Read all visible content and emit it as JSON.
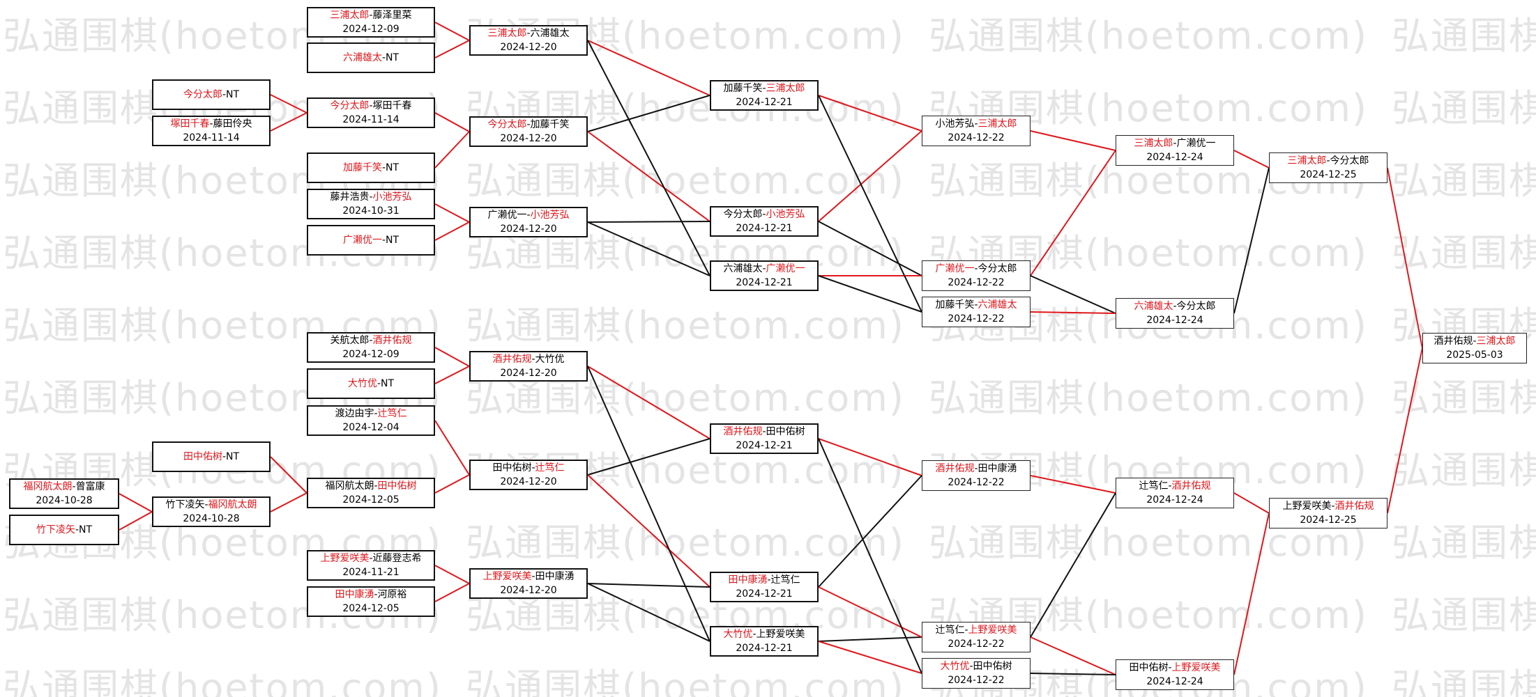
{
  "watermark": "弘通围棋(hoetom.com)",
  "colors": {
    "winner": "#e0161b",
    "line_red": "#e0161b",
    "line_black": "#111111"
  },
  "matches": [
    {
      "id": "m1",
      "p1": "三浦太郎",
      "p2": "藤泽里菜",
      "w": 1,
      "date": "2024-12-09"
    },
    {
      "id": "m2",
      "p1": "六浦雄太",
      "p2": "NT",
      "w": 1,
      "date": ""
    },
    {
      "id": "m3",
      "p1": "今分太郎",
      "p2": "NT",
      "w": 1,
      "date": ""
    },
    {
      "id": "m4",
      "p1": "塚田千春",
      "p2": "藤田伶央",
      "w": 1,
      "date": "2024-11-14"
    },
    {
      "id": "m5",
      "p1": "加藤千笑",
      "p2": "NT",
      "w": 1,
      "date": ""
    },
    {
      "id": "m6",
      "p1": "藤井浩贵",
      "p2": "小池芳弘",
      "w": 2,
      "date": "2024-10-31"
    },
    {
      "id": "m7",
      "p1": "广濑优一",
      "p2": "NT",
      "w": 1,
      "date": ""
    },
    {
      "id": "m8",
      "p1": "关航太郎",
      "p2": "酒井佑规",
      "w": 2,
      "date": "2024-12-09"
    },
    {
      "id": "m9",
      "p1": "大竹优",
      "p2": "NT",
      "w": 1,
      "date": ""
    },
    {
      "id": "m10",
      "p1": "渡边由宇",
      "p2": "辻笃仁",
      "w": 2,
      "date": "2024-12-04"
    },
    {
      "id": "m11",
      "p1": "田中佑树",
      "p2": "NT",
      "w": 1,
      "date": ""
    },
    {
      "id": "m12",
      "p1": "福冈航太朗",
      "p2": "曾富康",
      "w": 1,
      "date": "2024-10-28"
    },
    {
      "id": "m13",
      "p1": "竹下凌矢",
      "p2": "NT",
      "w": 1,
      "date": ""
    },
    {
      "id": "m14",
      "p1": "上野爱咲美",
      "p2": "近藤登志希",
      "w": 1,
      "date": "2024-11-21"
    },
    {
      "id": "m15",
      "p1": "田中康湧",
      "p2": "河原裕",
      "w": 1,
      "date": "2024-12-05"
    },
    {
      "id": "m16",
      "p1": "今分太郎",
      "p2": "塚田千春",
      "w": 1,
      "date": "2024-11-14"
    },
    {
      "id": "m17",
      "p1": "竹下凌矢",
      "p2": "福冈航太朗",
      "w": 2,
      "date": "2024-10-28"
    },
    {
      "id": "m18",
      "p1": "福冈航太朗",
      "p2": "田中佑树",
      "w": 2,
      "date": "2024-12-05"
    },
    {
      "id": "m19",
      "p1": "三浦太郎",
      "p2": "六浦雄太",
      "w": 1,
      "date": "2024-12-20"
    },
    {
      "id": "m20",
      "p1": "今分太郎",
      "p2": "加藤千笑",
      "w": 1,
      "date": "2024-12-20"
    },
    {
      "id": "m21",
      "p1": "广濑优一",
      "p2": "小池芳弘",
      "w": 2,
      "date": "2024-12-20"
    },
    {
      "id": "m22",
      "p1": "酒井佑规",
      "p2": "大竹优",
      "w": 1,
      "date": "2024-12-20"
    },
    {
      "id": "m23",
      "p1": "田中佑树",
      "p2": "辻笃仁",
      "w": 2,
      "date": "2024-12-20"
    },
    {
      "id": "m24",
      "p1": "上野爱咲美",
      "p2": "田中康湧",
      "w": 1,
      "date": "2024-12-20"
    },
    {
      "id": "m25",
      "p1": "加藤千笑",
      "p2": "三浦太郎",
      "w": 2,
      "date": "2024-12-21"
    },
    {
      "id": "m26",
      "p1": "今分太郎",
      "p2": "小池芳弘",
      "w": 2,
      "date": "2024-12-21"
    },
    {
      "id": "m27",
      "p1": "六浦雄太",
      "p2": "广濑优一",
      "w": 2,
      "date": "2024-12-21"
    },
    {
      "id": "m28",
      "p1": "酒井佑规",
      "p2": "田中佑树",
      "w": 1,
      "date": "2024-12-21"
    },
    {
      "id": "m29",
      "p1": "田中康湧",
      "p2": "辻笃仁",
      "w": 1,
      "date": "2024-12-21"
    },
    {
      "id": "m30",
      "p1": "大竹优",
      "p2": "上野爱咲美",
      "w": 1,
      "date": "2024-12-21"
    },
    {
      "id": "m31",
      "p1": "小池芳弘",
      "p2": "三浦太郎",
      "w": 2,
      "date": "2024-12-22"
    },
    {
      "id": "m32",
      "p1": "广濑优一",
      "p2": "今分太郎",
      "w": 1,
      "date": "2024-12-22"
    },
    {
      "id": "m33",
      "p1": "加藤千笑",
      "p2": "六浦雄太",
      "w": 2,
      "date": "2024-12-22"
    },
    {
      "id": "m34",
      "p1": "酒井佑规",
      "p2": "田中康湧",
      "w": 1,
      "date": "2024-12-22"
    },
    {
      "id": "m35",
      "p1": "辻笃仁",
      "p2": "上野爱咲美",
      "w": 2,
      "date": "2024-12-22"
    },
    {
      "id": "m36",
      "p1": "大竹优",
      "p2": "田中佑树",
      "w": 1,
      "date": "2024-12-22"
    },
    {
      "id": "m37",
      "p1": "三浦太郎",
      "p2": "广濑优一",
      "w": 1,
      "date": "2024-12-24"
    },
    {
      "id": "m38",
      "p1": "六浦雄太",
      "p2": "今分太郎",
      "w": 1,
      "date": "2024-12-24"
    },
    {
      "id": "m39",
      "p1": "辻笃仁",
      "p2": "酒井佑规",
      "w": 2,
      "date": "2024-12-24"
    },
    {
      "id": "m40",
      "p1": "田中佑树",
      "p2": "上野爱咲美",
      "w": 2,
      "date": "2024-12-24"
    },
    {
      "id": "m41",
      "p1": "三浦太郎",
      "p2": "今分太郎",
      "w": 1,
      "date": "2024-12-25"
    },
    {
      "id": "m42",
      "p1": "上野爱咲美",
      "p2": "酒井佑规",
      "w": 2,
      "date": "2024-12-25"
    },
    {
      "id": "m43",
      "p1": "酒井佑规",
      "p2": "三浦太郎",
      "w": 2,
      "date": "2025-05-03"
    }
  ],
  "connections": [
    [
      "m1",
      "m19",
      "red"
    ],
    [
      "m2",
      "m19",
      "red"
    ],
    [
      "m3",
      "m16",
      "red"
    ],
    [
      "m4",
      "m16",
      "red"
    ],
    [
      "m16",
      "m20",
      "red"
    ],
    [
      "m5",
      "m20",
      "red"
    ],
    [
      "m6",
      "m21",
      "red"
    ],
    [
      "m7",
      "m21",
      "red"
    ],
    [
      "m8",
      "m22",
      "red"
    ],
    [
      "m9",
      "m22",
      "red"
    ],
    [
      "m10",
      "m23",
      "red"
    ],
    [
      "m18",
      "m23",
      "red"
    ],
    [
      "m11",
      "m18",
      "red"
    ],
    [
      "m17",
      "m18",
      "red"
    ],
    [
      "m12",
      "m17",
      "red"
    ],
    [
      "m13",
      "m17",
      "red"
    ],
    [
      "m14",
      "m24",
      "red"
    ],
    [
      "m15",
      "m24",
      "red"
    ],
    [
      "m19",
      "m25",
      "red"
    ],
    [
      "m20",
      "m25",
      "black"
    ],
    [
      "m20",
      "m26",
      "red"
    ],
    [
      "m21",
      "m26",
      "black"
    ],
    [
      "m19",
      "m27",
      "black"
    ],
    [
      "m21",
      "m27",
      "black"
    ],
    [
      "m22",
      "m28",
      "red"
    ],
    [
      "m23",
      "m28",
      "black"
    ],
    [
      "m23",
      "m29",
      "red"
    ],
    [
      "m24",
      "m29",
      "black"
    ],
    [
      "m22",
      "m30",
      "black"
    ],
    [
      "m24",
      "m30",
      "black"
    ],
    [
      "m25",
      "m31",
      "red"
    ],
    [
      "m26",
      "m31",
      "red"
    ],
    [
      "m26",
      "m32",
      "black"
    ],
    [
      "m27",
      "m32",
      "red"
    ],
    [
      "m25",
      "m33",
      "black"
    ],
    [
      "m27",
      "m33",
      "black"
    ],
    [
      "m28",
      "m34",
      "red"
    ],
    [
      "m29",
      "m34",
      "black"
    ],
    [
      "m30",
      "m35",
      "black"
    ],
    [
      "m29",
      "m35",
      "red"
    ],
    [
      "m30",
      "m36",
      "red"
    ],
    [
      "m28",
      "m36",
      "black"
    ],
    [
      "m31",
      "m37",
      "red"
    ],
    [
      "m32",
      "m37",
      "red"
    ],
    [
      "m32",
      "m38",
      "black"
    ],
    [
      "m33",
      "m38",
      "red"
    ],
    [
      "m34",
      "m39",
      "red"
    ],
    [
      "m35",
      "m39",
      "black"
    ],
    [
      "m35",
      "m40",
      "red"
    ],
    [
      "m36",
      "m40",
      "black"
    ],
    [
      "m37",
      "m41",
      "red"
    ],
    [
      "m38",
      "m41",
      "black"
    ],
    [
      "m39",
      "m42",
      "red"
    ],
    [
      "m40",
      "m42",
      "red"
    ],
    [
      "m41",
      "m43",
      "red"
    ],
    [
      "m42",
      "m43",
      "red"
    ]
  ]
}
